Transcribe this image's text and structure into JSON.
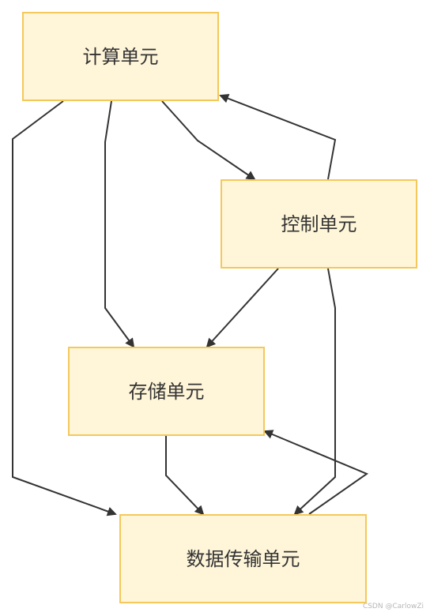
{
  "nodes": {
    "compute": "计算单元",
    "control": "控制单元",
    "storage": "存储单元",
    "transfer": "数据传输单元"
  },
  "edges": [
    {
      "from": "compute",
      "to": "control"
    },
    {
      "from": "compute",
      "to": "storage"
    },
    {
      "from": "compute",
      "to": "transfer"
    },
    {
      "from": "control",
      "to": "compute"
    },
    {
      "from": "control",
      "to": "storage"
    },
    {
      "from": "control",
      "to": "transfer"
    },
    {
      "from": "storage",
      "to": "transfer"
    },
    {
      "from": "transfer",
      "to": "storage"
    }
  ],
  "colors": {
    "node_fill": "#fff6d9",
    "node_border": "#f4c85a",
    "edge": "#333333",
    "text": "#333333",
    "watermark": "#b7b7b7"
  },
  "watermark": "CSDN @CarlowZi"
}
